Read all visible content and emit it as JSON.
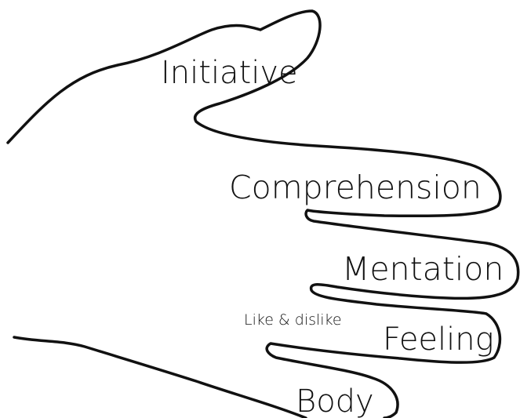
{
  "labels": {
    "initiative": "Initiative",
    "comprehension": "Comprehension",
    "mentation": "Mentation",
    "like_dislike": "Like & dislike",
    "feeling": "Feeling",
    "body": "Body"
  }
}
